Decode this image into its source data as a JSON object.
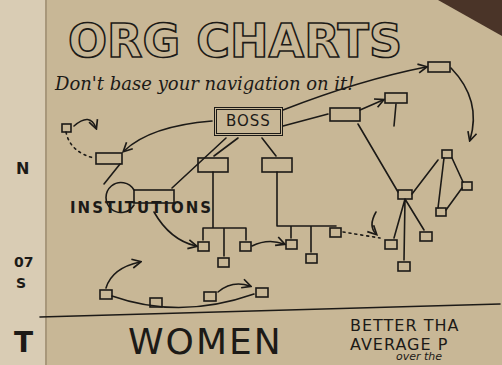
{
  "diagram": {
    "title": "ORG CHARTS",
    "nodes": [
      {
        "text": [
          "BOSS"
        ]
      }
    ],
    "labels": [
      "INSTITUTIONS",
      "Don't base your navigation on it!",
      "N",
      "07",
      "S",
      "T",
      "WOMEN",
      "BETTER THA",
      "AVERAGE P",
      "over the"
    ]
  }
}
